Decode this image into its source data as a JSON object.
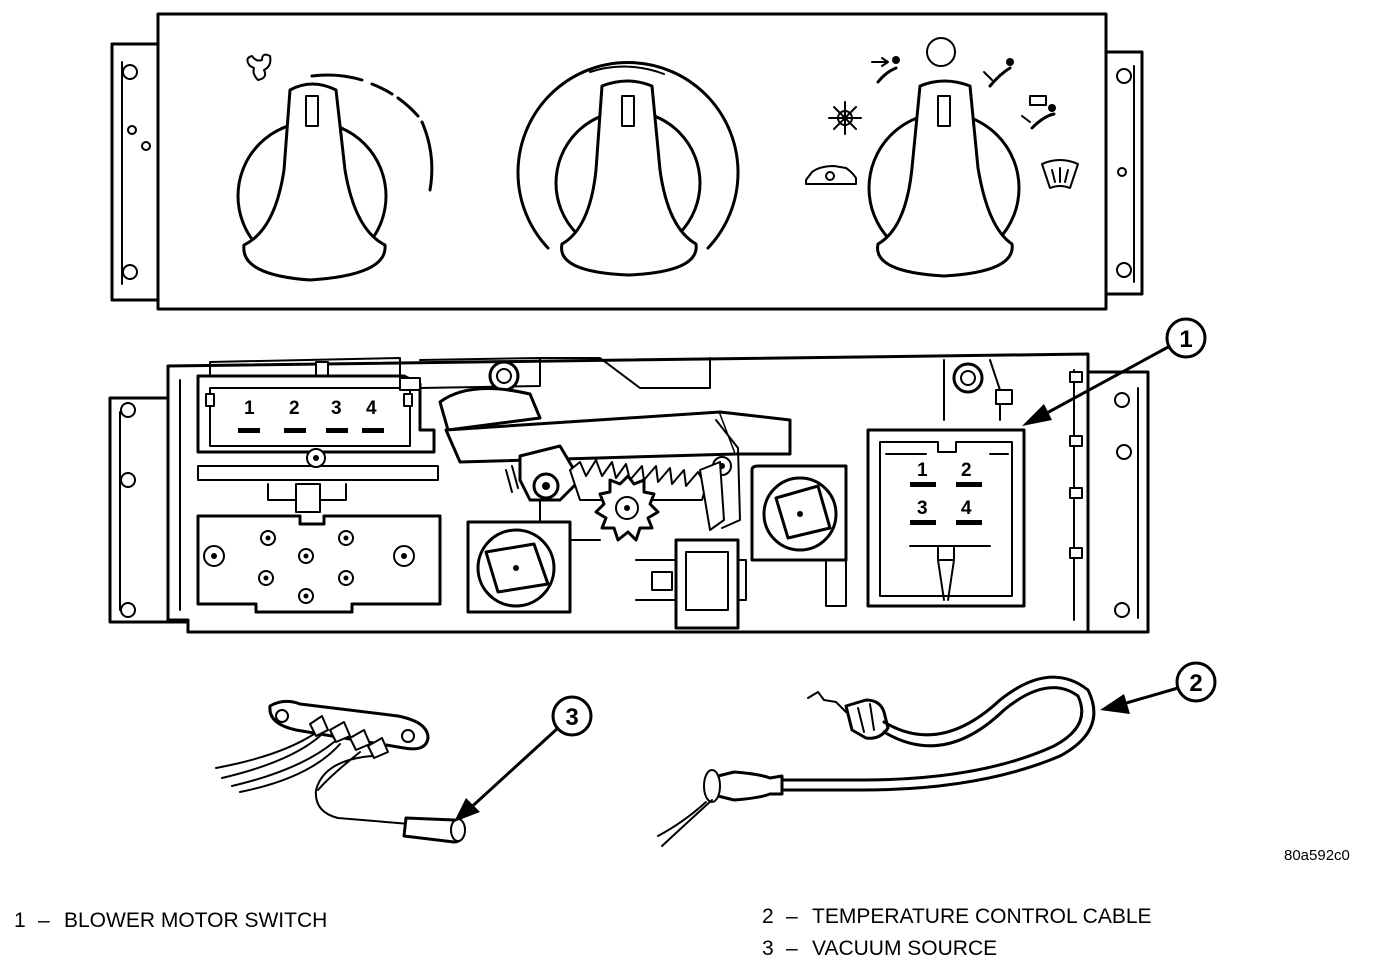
{
  "callouts": [
    {
      "number": "1",
      "label": "BLOWER MOTOR SWITCH"
    },
    {
      "number": "2",
      "label": "TEMPERATURE CONTROL CABLE"
    },
    {
      "number": "3",
      "label": "VACUUM SOURCE"
    }
  ],
  "legend_separator": "–",
  "connector_left_pins": [
    "1",
    "2",
    "3",
    "4"
  ],
  "connector_right_pins": [
    "1",
    "2",
    "3",
    "4"
  ],
  "figure_code": "80a592c0",
  "icons": [
    "fan-icon",
    "ac-snowflake-icon",
    "recirculate-car-icon",
    "panel-vent-icon",
    "bi-level-icon",
    "floor-defrost-icon",
    "defrost-icon"
  ]
}
